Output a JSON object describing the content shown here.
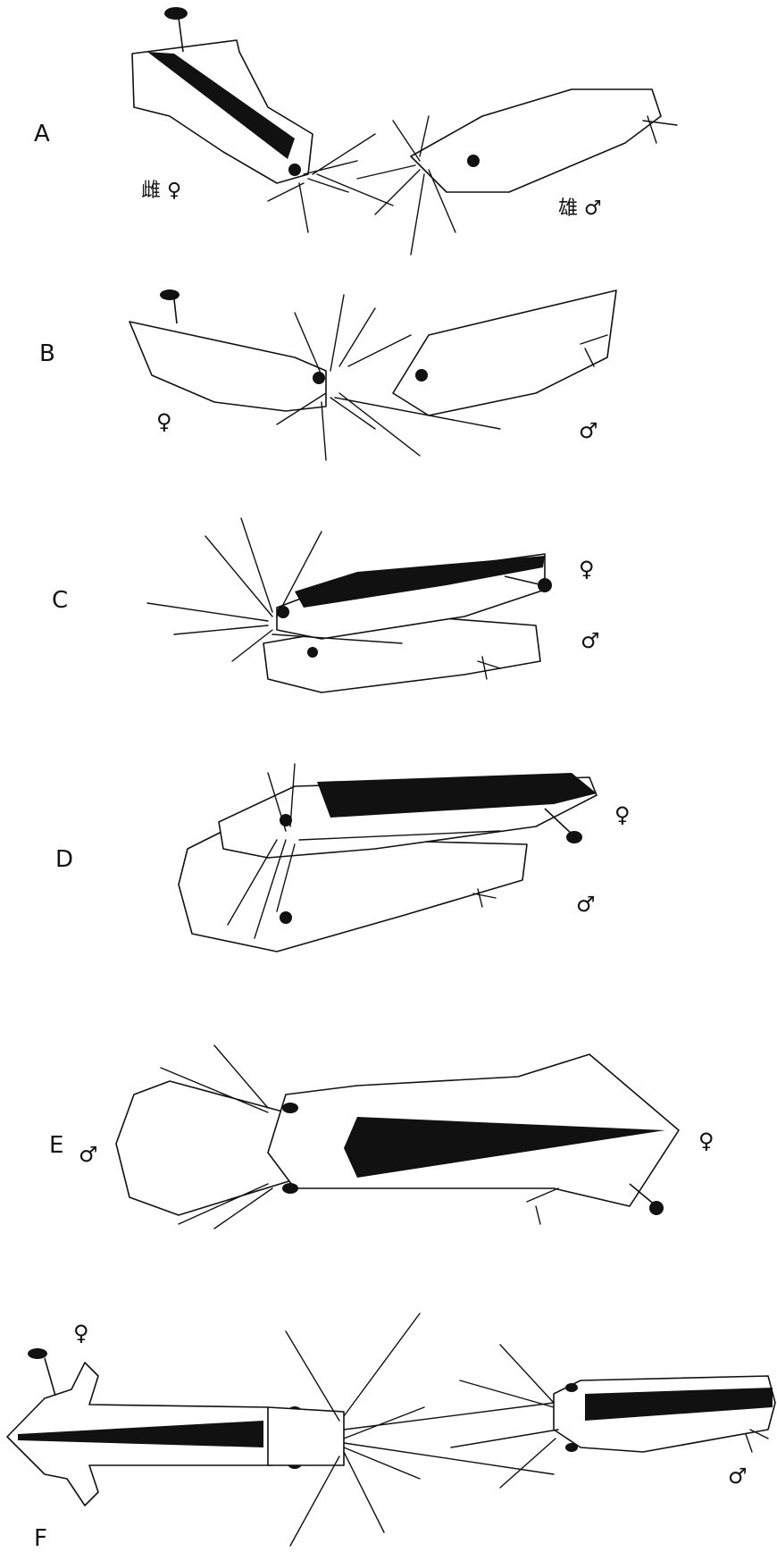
{
  "figure": {
    "panels": [
      {
        "id": "A",
        "label": "A",
        "female_label": "雌 ♀",
        "male_label": "雄 ♂"
      },
      {
        "id": "B",
        "label": "B",
        "female_label": "♀",
        "male_label": "♂"
      },
      {
        "id": "C",
        "label": "C",
        "female_label": "♀",
        "male_label": "♂"
      },
      {
        "id": "D",
        "label": "D",
        "female_label": "♀",
        "male_label": "♂"
      },
      {
        "id": "E",
        "label": "E",
        "female_label": "♀",
        "male_label": "♂"
      },
      {
        "id": "F",
        "label": "F",
        "female_label": "♀",
        "male_label": "♂"
      }
    ]
  }
}
